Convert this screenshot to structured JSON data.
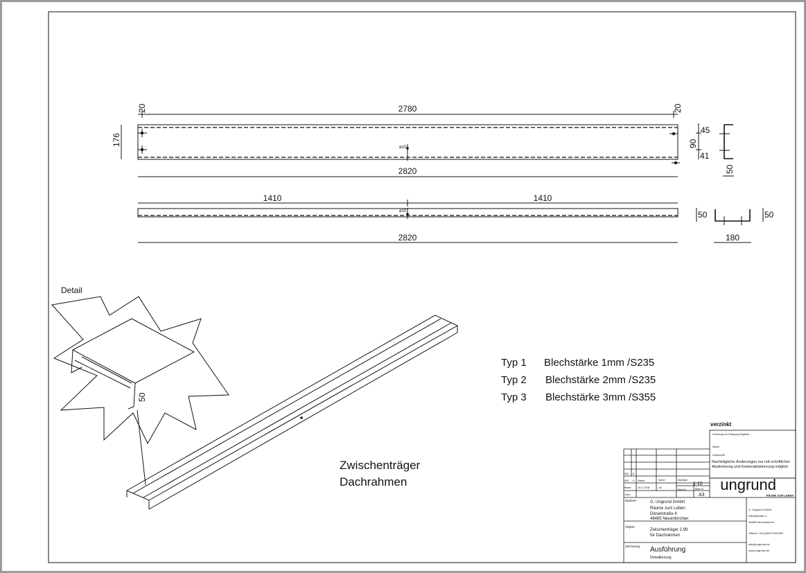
{
  "top_view": {
    "dim_top": "2780",
    "dim_left_gap": "20",
    "dim_right_gap": "20",
    "dim_height": "176",
    "dim_bottom": "2820",
    "hole_label": "ø10"
  },
  "section_side": {
    "dim_45": "45",
    "dim_90": "90",
    "dim_41": "41",
    "dim_50": "50"
  },
  "bottom_view": {
    "dim_left": "1410",
    "dim_right": "1410",
    "dim_total": "2820",
    "hole_label": "ø10"
  },
  "section_u": {
    "dim_left": "50",
    "dim_right": "50",
    "dim_width": "180"
  },
  "detail": {
    "label": "Detail",
    "dim": "50"
  },
  "part_title": {
    "line1": "Zwischenträger",
    "line2": "Dachrahmen"
  },
  "types": [
    {
      "typ": "Typ  1",
      "text": "Blechstärke  1mm  /S235"
    },
    {
      "typ": "Typ  2",
      "text": "Blechstärke  2mm  /S235"
    },
    {
      "typ": "Typ  3",
      "text": "Blechstärke  3mm  /S355"
    }
  ],
  "title_block": {
    "finish": "verzinkt",
    "approval": "Zeichnung zur Fertigung freigeben",
    "date_label": "Datum",
    "signature_label": "Unterschrift",
    "note": "Nachträgliche Änderungen nur mit schriftlicher Abstimmung und Kostenabstimmung möglich",
    "index_b": "B",
    "index_a": "A",
    "ind": "IND.",
    "datum_label": "Datum:",
    "name_label": "Name:",
    "scale_label": "Maßstab:",
    "scale": "1:10",
    "bearb_label": "Bearb.:",
    "bearb_date": "19.11.2018",
    "bearb_name": "UG",
    "gepr_label": "Gepr.:",
    "sheet_no_label": "Blatt Nr.",
    "sheet_size_label": "Blatt Gr.",
    "sheet_size": "A3",
    "logo": "ungrund",
    "logo_tagline": "RÄUME ZUM LEBEN",
    "bauherr_label": "Bauherr:",
    "bauherr": [
      "G. Ungrund GmbH",
      "Räume zum Leben",
      "Dieselstraße 4",
      "48485 Neuenkirchen"
    ],
    "objekt_label": "Objekt:",
    "objekt": [
      "Zwischenträger 2.99",
      "für Dachrahmen"
    ],
    "zeichnung_label": "Zeichnung:",
    "zeichnung": "Ausführung",
    "zeichnung_sub": "Detaillierung",
    "company": [
      "G. Ungrund GmbH",
      "Dieselstraße 4",
      "48485 Neuenkirchen"
    ],
    "phone": "Telefon +49 (0)5973-934320",
    "email": "info@ungrund.de",
    "web": "www.ungrund.de"
  }
}
